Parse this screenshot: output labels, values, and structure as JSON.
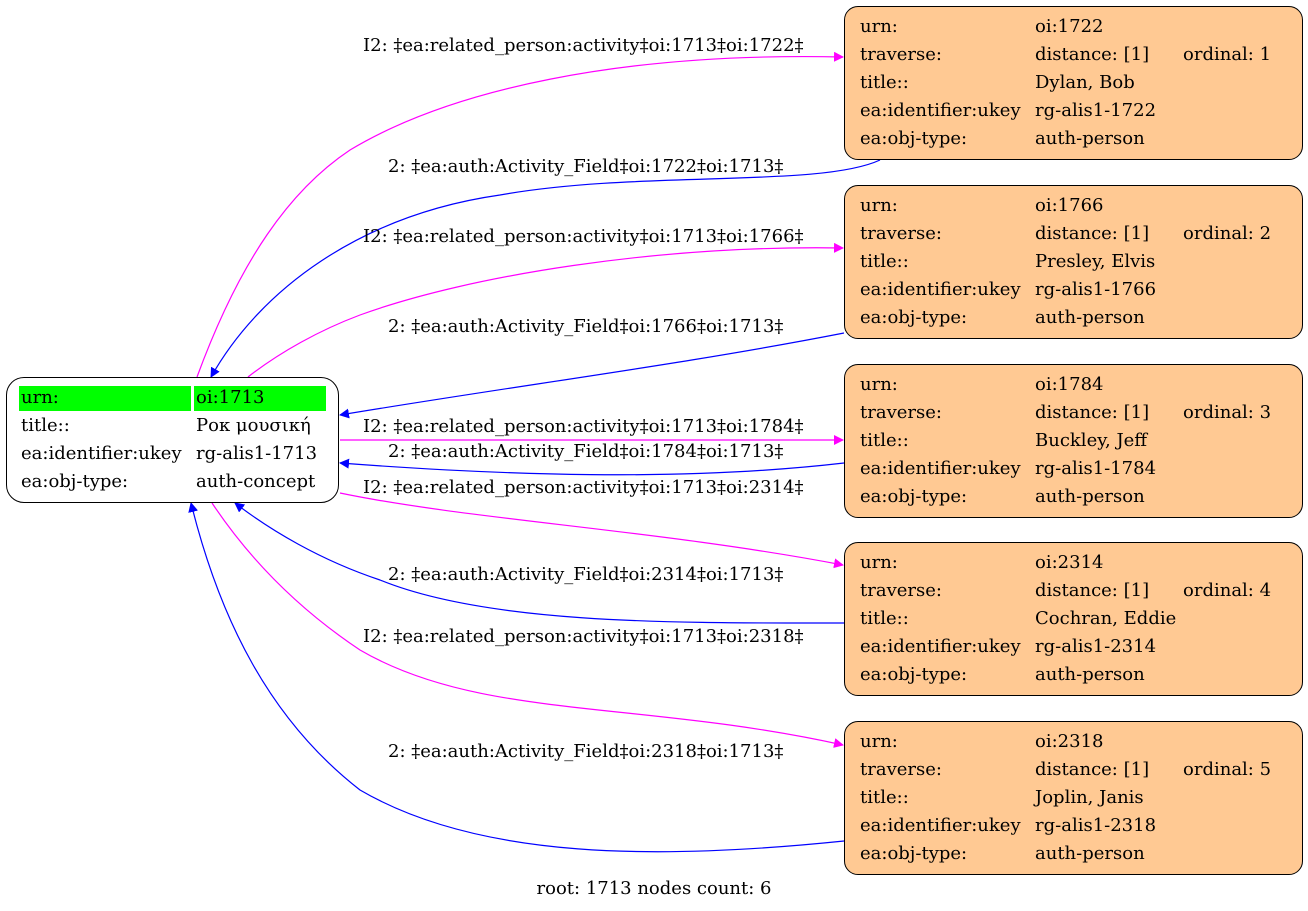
{
  "root": {
    "urn_label": "urn:",
    "urn": "oi:1713",
    "title_label": "title::",
    "title": "Ροκ μουσική",
    "ukey_label": "ea:identifier:ukey",
    "ukey": "rg-alis1-1713",
    "type_label": "ea:obj-type:",
    "type": "auth-concept",
    "highlight_color": "#00ff00"
  },
  "persons": [
    {
      "urn": "oi:1722",
      "distance": "distance: [1]",
      "ordinal": "ordinal: 1",
      "title": "Dylan, Bob",
      "ukey": "rg-alis1-1722",
      "type": "auth-person"
    },
    {
      "urn": "oi:1766",
      "distance": "distance: [1]",
      "ordinal": "ordinal: 2",
      "title": "Presley, Elvis",
      "ukey": "rg-alis1-1766",
      "type": "auth-person"
    },
    {
      "urn": "oi:1784",
      "distance": "distance: [1]",
      "ordinal": "ordinal: 3",
      "title": "Buckley, Jeff",
      "ukey": "rg-alis1-1784",
      "type": "auth-person"
    },
    {
      "urn": "oi:2314",
      "distance": "distance: [1]",
      "ordinal": "ordinal: 4",
      "title": "Cochran, Eddie",
      "ukey": "rg-alis1-2314",
      "type": "auth-person"
    },
    {
      "urn": "oi:2318",
      "distance": "distance: [1]",
      "ordinal": "ordinal: 5",
      "title": "Joplin, Janis",
      "ukey": "rg-alis1-2318",
      "type": "auth-person"
    }
  ],
  "person_labels": {
    "urn": "urn:",
    "traverse": "traverse:",
    "title": "title::",
    "ukey": "ea:identifier:ukey",
    "type": "ea:obj-type:"
  },
  "edges": {
    "outgoing": [
      "I2: ‡ea:related_person:activity‡oi:1713‡oi:1722‡",
      "I2: ‡ea:related_person:activity‡oi:1713‡oi:1766‡",
      "I2: ‡ea:related_person:activity‡oi:1713‡oi:1784‡",
      "I2: ‡ea:related_person:activity‡oi:1713‡oi:2314‡",
      "I2: ‡ea:related_person:activity‡oi:1713‡oi:2318‡"
    ],
    "incoming": [
      "2: ‡ea:auth:Activity_Field‡oi:1722‡oi:1713‡",
      "2: ‡ea:auth:Activity_Field‡oi:1766‡oi:1713‡",
      "2: ‡ea:auth:Activity_Field‡oi:1784‡oi:1713‡",
      "2: ‡ea:auth:Activity_Field‡oi:2314‡oi:1713‡",
      "2: ‡ea:auth:Activity_Field‡oi:2318‡oi:1713‡"
    ],
    "outgoing_color": "#ff00ff",
    "incoming_color": "#0000ff"
  },
  "person_fill": "#ffc993",
  "footer": "root: 1713 nodes count: 6"
}
